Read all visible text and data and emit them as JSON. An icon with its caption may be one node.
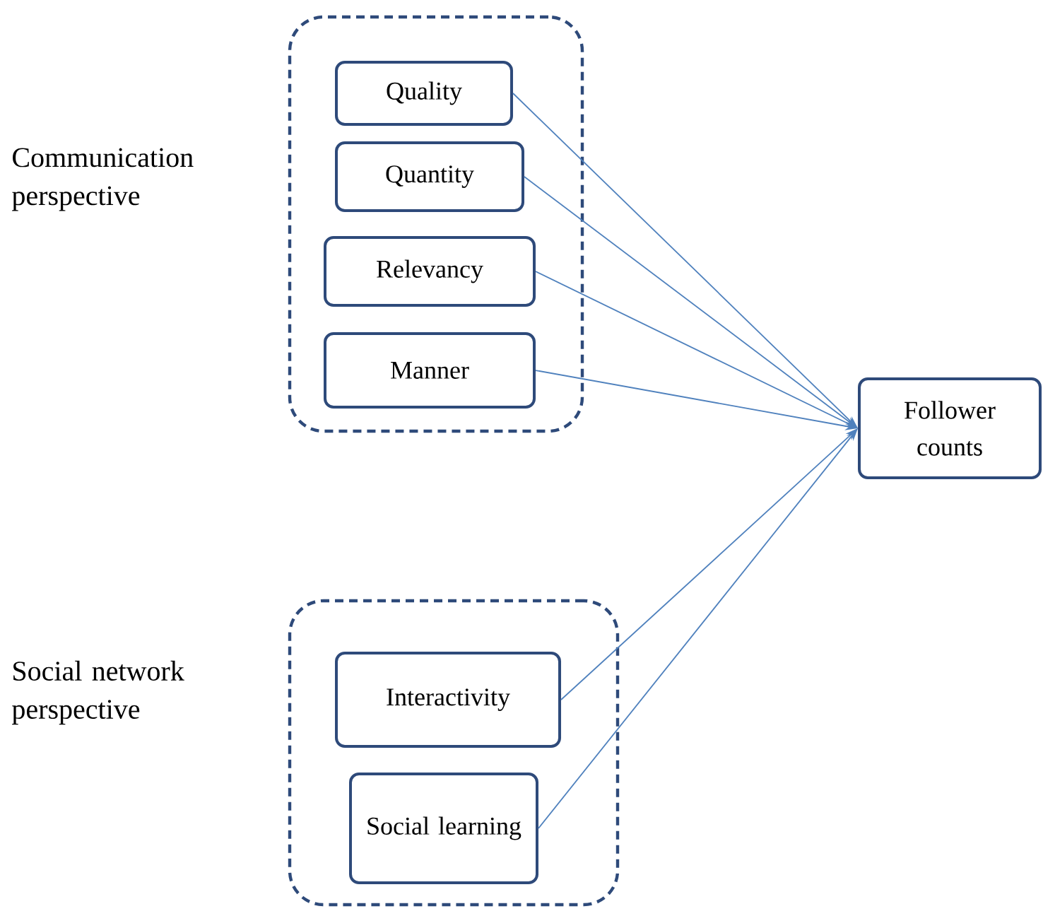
{
  "diagram": {
    "nodes": [
      {
        "text": [
          "Communication perspective"
        ]
      },
      {
        "text": [
          "Quality"
        ],
        "in": 0
      },
      {
        "text": [
          "Quantity"
        ],
        "in": 0
      },
      {
        "text": [
          "Relevancy"
        ],
        "in": 0
      },
      {
        "text": [
          "Manner"
        ],
        "in": 0
      },
      {
        "text": [
          "Follower counts"
        ]
      },
      {
        "text": [
          "Social network perspective"
        ]
      },
      {
        "text": [
          "Interactivity"
        ],
        "in": 6
      },
      {
        "text": [
          "Social learning"
        ],
        "in": 6
      }
    ],
    "edges": [
      {
        "from": 1,
        "to": 5,
        "arrow": "to"
      },
      {
        "from": 2,
        "to": 5,
        "arrow": "to"
      },
      {
        "from": 3,
        "to": 5,
        "arrow": "to"
      },
      {
        "from": 4,
        "to": 5,
        "arrow": "to"
      },
      {
        "from": 7,
        "to": 5,
        "arrow": "to"
      },
      {
        "from": 8,
        "to": 5,
        "arrow": "to"
      }
    ]
  }
}
